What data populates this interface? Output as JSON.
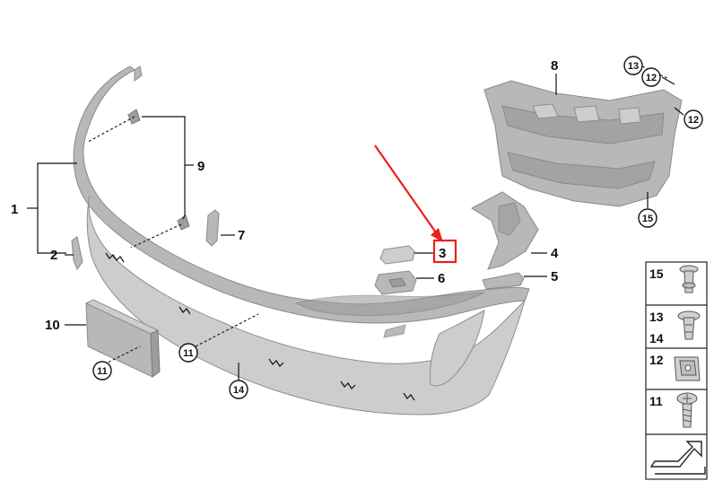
{
  "callouts": {
    "c1": "1",
    "c2": "2",
    "c3": "3",
    "c4": "4",
    "c5": "5",
    "c6": "6",
    "c7": "7",
    "c8": "8",
    "c9": "9",
    "c10": "10",
    "c11a": "11",
    "c11b": "11",
    "c12a": "12",
    "c12b": "12",
    "c13": "13",
    "c14": "14",
    "c15": "15"
  },
  "parts_table": [
    {
      "number": "15",
      "icon": "push-rivet-icon"
    },
    {
      "number": "13",
      "number2": "14",
      "icon": "expanding-nut-icon"
    },
    {
      "number": "12",
      "icon": "clip-nut-icon"
    },
    {
      "number": "11",
      "icon": "screw-icon"
    }
  ],
  "highlight": {
    "label": "3",
    "arrow_color": "#e8211a",
    "box_color": "#e8211a"
  },
  "colors": {
    "part_fill": "#b8b8b8",
    "part_outline": "#8a8a8a"
  }
}
